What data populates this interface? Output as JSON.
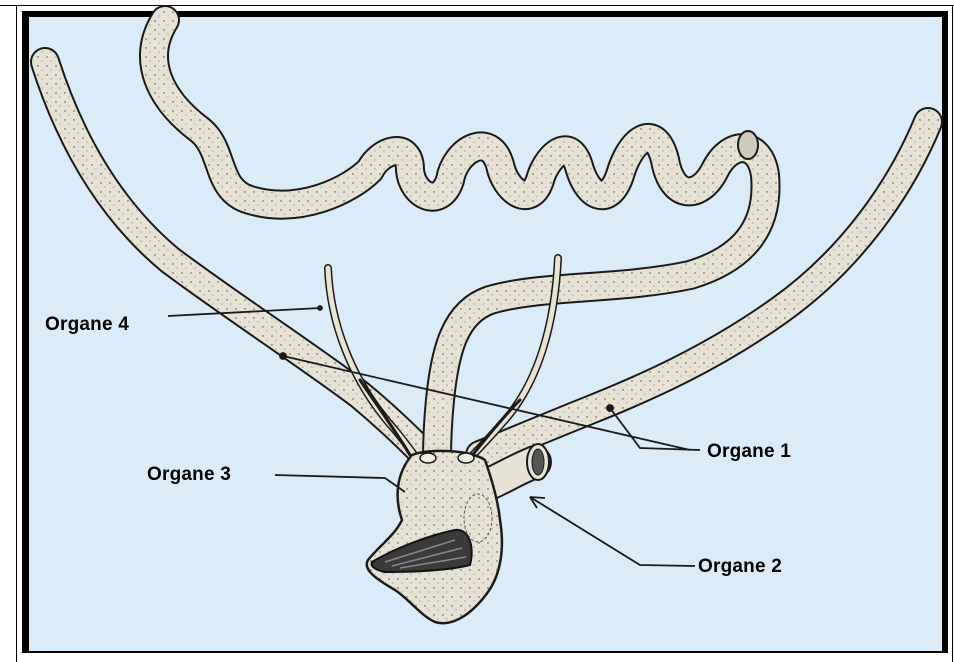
{
  "diagram": {
    "labels": {
      "organe1": "Organe 1",
      "organe2": "Organe 2",
      "organe3": "Organe 3",
      "organe4": "Organe 4"
    },
    "colors": {
      "background": "#dcebf8",
      "outline": "#1a1a1a",
      "frame": "#000000"
    }
  }
}
